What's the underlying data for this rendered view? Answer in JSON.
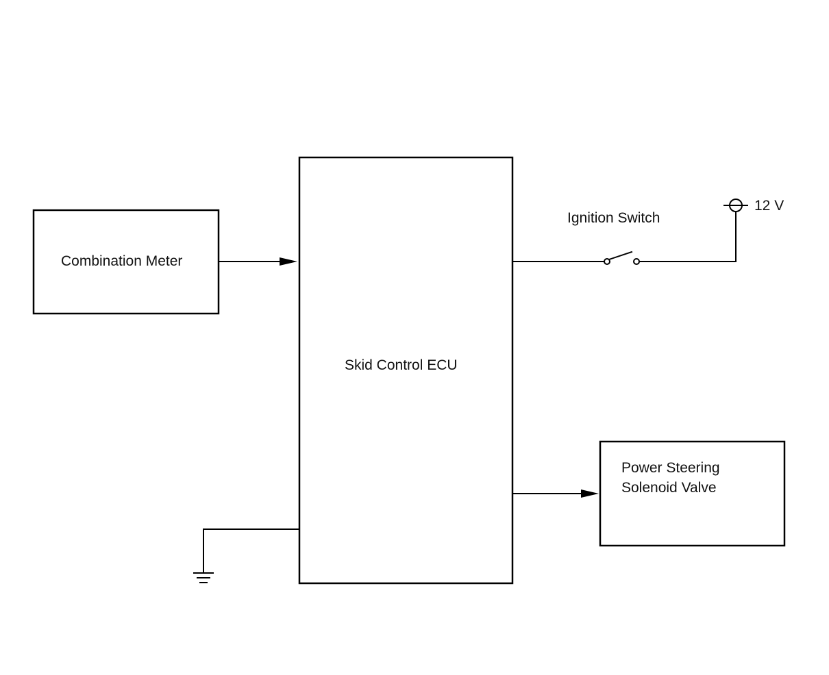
{
  "diagram": {
    "blocks": {
      "combination_meter": "Combination Meter",
      "skid_control_ecu": "Skid Control ECU",
      "power_steering_line1": "Power Steering",
      "power_steering_line2": "Solenoid Valve"
    },
    "labels": {
      "ignition_switch": "Ignition Switch",
      "supply_voltage": "12 V"
    },
    "colors": {
      "line": "#000000",
      "background": "#ffffff"
    }
  }
}
